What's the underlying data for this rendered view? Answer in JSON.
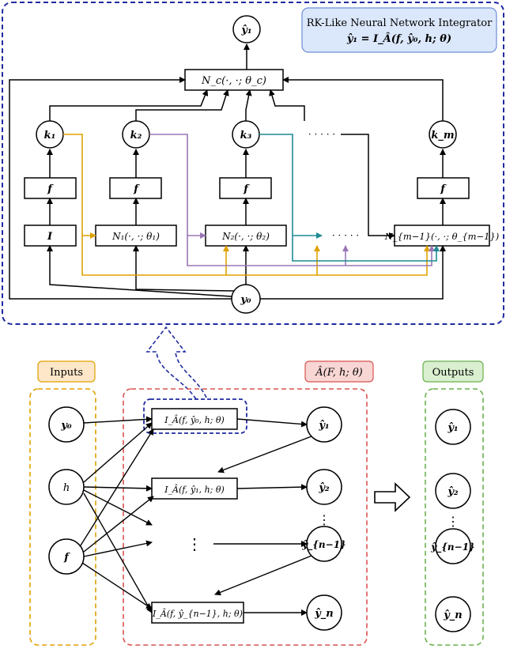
{
  "top": {
    "title_line1": "RK-Like Neural Network Integrator",
    "title_line2": "ŷ₁ = I_Â(f, ŷ₀, h; θ)",
    "output_node": "ŷ₁",
    "combiner": "N_c(·, ·; θ_c)",
    "k_nodes": [
      "k₁",
      "k₂",
      "k₃",
      "k_m"
    ],
    "f_label": "f",
    "identity_label": "I",
    "subnets": [
      "N₁(·, ·; θ₁)",
      "N₂(·, ·; θ₂)",
      "N_{m−1}(·, ·; θ_{m−1})"
    ],
    "ellipsis": "· · · · ·",
    "input_node": "y₀"
  },
  "bottom": {
    "inputs_label": "Inputs",
    "model_label": "Â(F, h; θ)",
    "outputs_label": "Outputs",
    "input_nodes": [
      "y₀",
      "h",
      "f"
    ],
    "integrator_blocks": [
      "I_Â(f, ŷ₀, h; θ)",
      "I_Â(f, ŷ₁, h; θ)",
      "I_Â(f, ŷ_{n−1}, h; θ)"
    ],
    "middle_nodes": [
      "ŷ₁",
      "ŷ₂",
      "ŷ_{n−1}",
      "ŷ_n"
    ],
    "output_nodes": [
      "ŷ₁",
      "ŷ₂",
      "ŷ_{n−1}",
      "ŷ_n"
    ],
    "vdots": "⋮"
  },
  "colors": {
    "top_border": "#1f2a9e",
    "title_fill": "#dbe7fb",
    "title_stroke": "#6b8fd6",
    "orange": "#e0a100",
    "purple": "#9a76b5",
    "teal": "#1f8a94",
    "inputs_fill": "#fde7c8",
    "inputs_stroke": "#e0a100",
    "model_fill": "#f7d6d4",
    "model_stroke": "#d9534f",
    "outputs_fill": "#d9efcf",
    "outputs_stroke": "#6ab04c"
  }
}
